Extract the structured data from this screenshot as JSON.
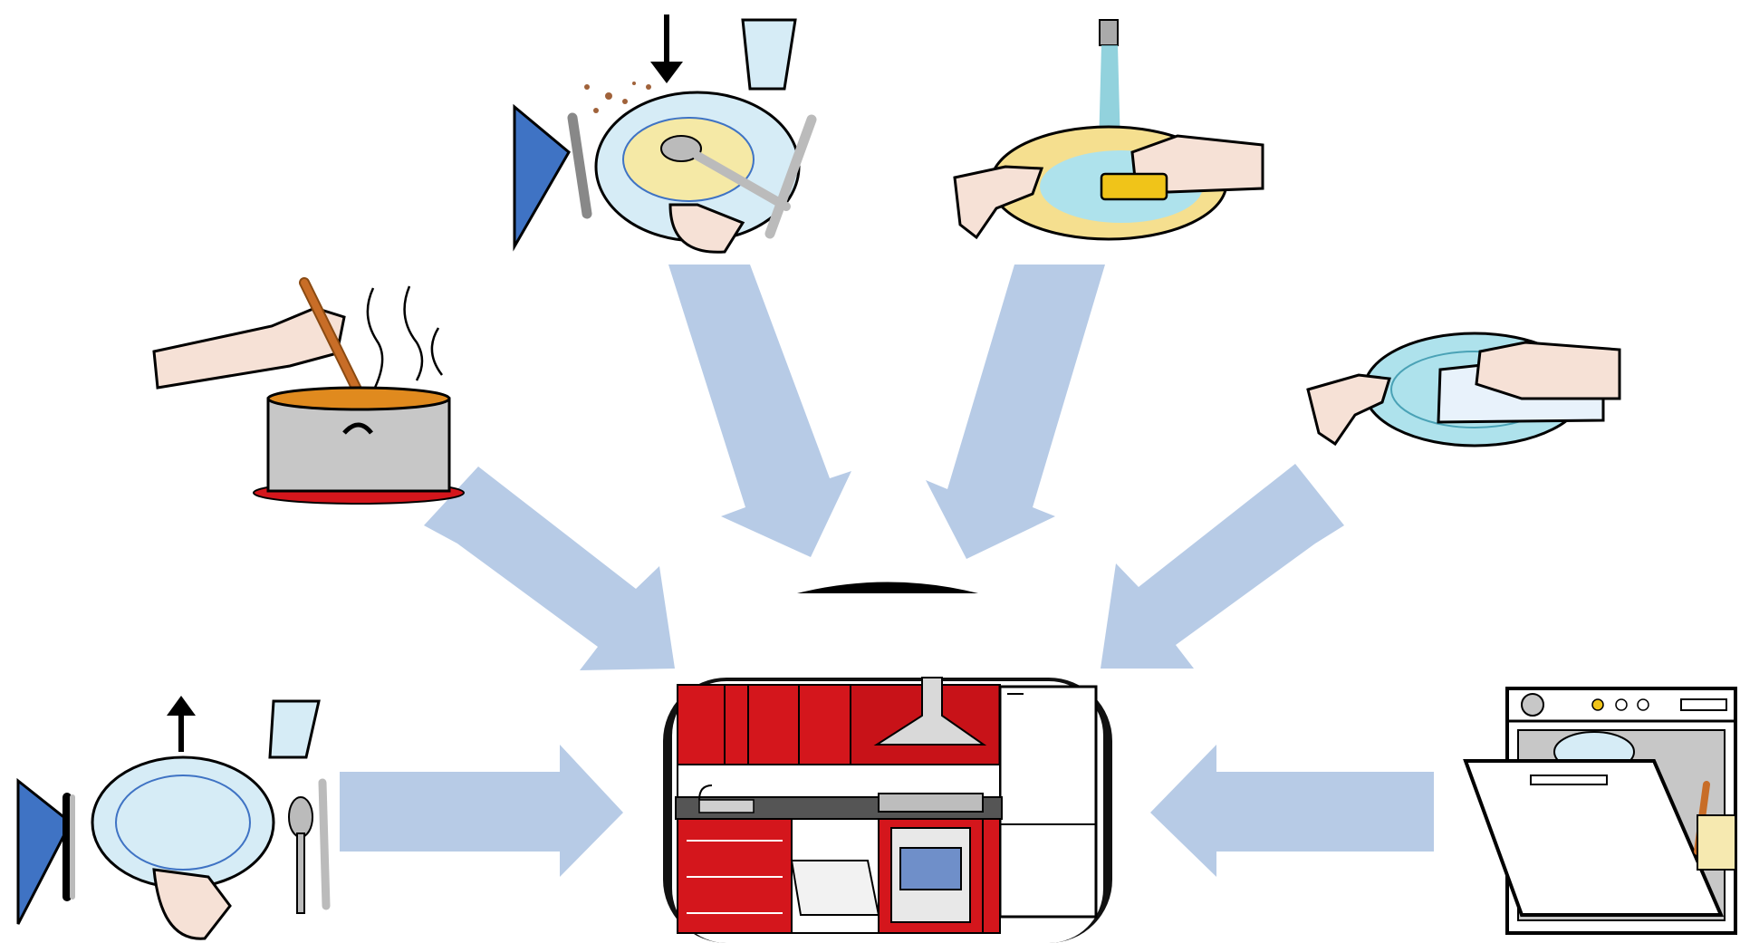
{
  "diagram": {
    "center": {
      "name": "kitchen"
    },
    "arrow_color": "#b7cbe6",
    "nodes": [
      {
        "id": "clear-table",
        "icon": "clear-table-icon"
      },
      {
        "id": "cook",
        "icon": "cooking-pot-icon"
      },
      {
        "id": "scrape-plate",
        "icon": "dirty-plate-icon"
      },
      {
        "id": "wash-dish",
        "icon": "washing-dish-icon"
      },
      {
        "id": "dry-dish",
        "icon": "drying-dish-icon"
      },
      {
        "id": "dishwasher",
        "icon": "dishwasher-icon"
      }
    ],
    "colors": {
      "kitchen_red": "#d4161c",
      "napkin_blue": "#3f73c4",
      "plate_blue": "#d6ecf6",
      "skin": "#f6e1d6",
      "steel": "#c7c7c7"
    }
  }
}
